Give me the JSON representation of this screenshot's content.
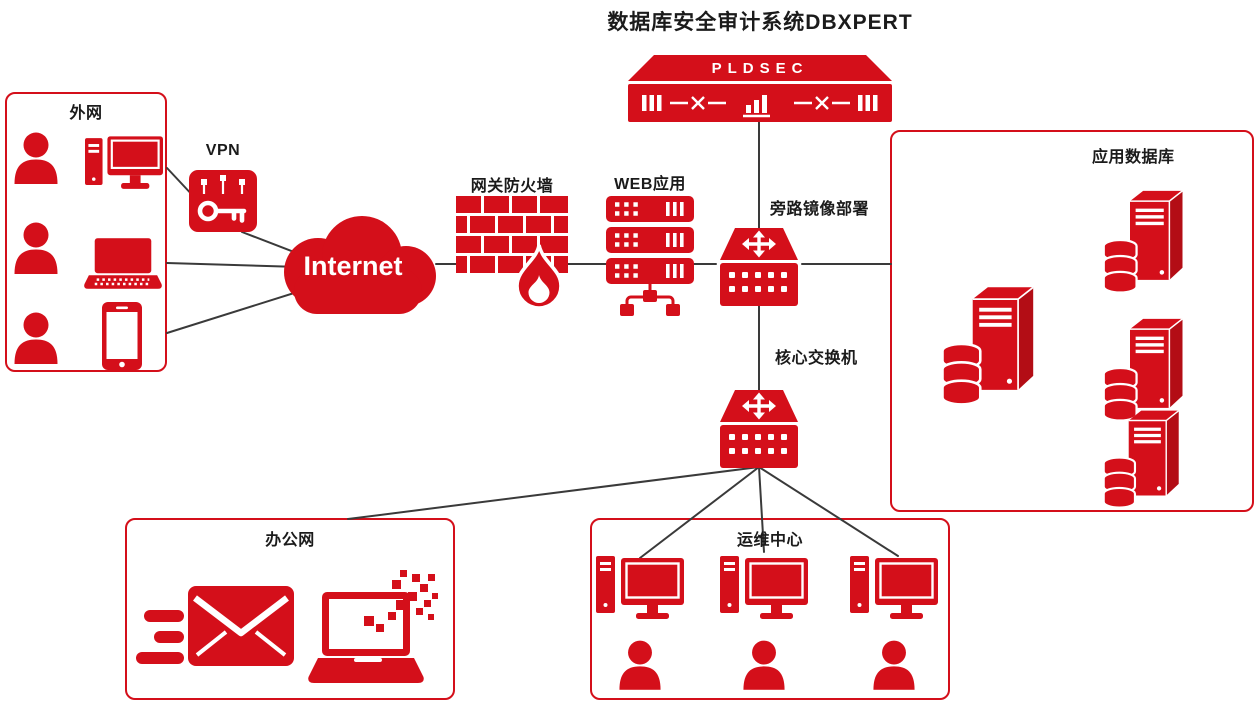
{
  "title": "数据库安全审计系统DBXPERT",
  "nodes": {
    "appliance": {
      "label": "PLDSEC"
    },
    "vpn": {
      "label": "VPN"
    },
    "internet": {
      "label": "Internet"
    },
    "firewall": {
      "label": "网关防火墙"
    },
    "web_app": {
      "label": "WEB应用"
    },
    "mirror": {
      "label": "旁路镜像部署"
    },
    "core_switch": {
      "label": "核心交换机"
    }
  },
  "groups": {
    "external": {
      "label": "外网"
    },
    "app_db": {
      "label": "应用数据库"
    },
    "office": {
      "label": "办公网"
    },
    "ops": {
      "label": "运维中心"
    }
  },
  "colors": {
    "primary_red": "#d40f1a",
    "primary_red_dark": "#b30d15",
    "line_color": "#3a3a3a",
    "ink": "#1b1b1b"
  }
}
